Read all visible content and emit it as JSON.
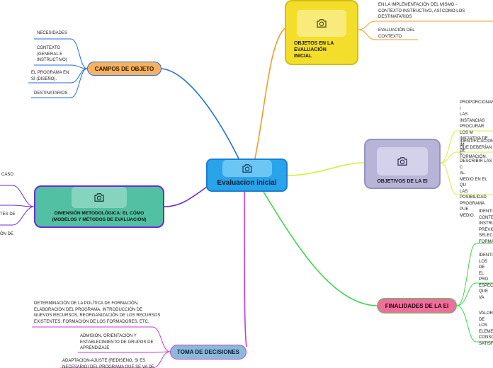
{
  "central": {
    "label": "Evaluacion inicial",
    "icon": "camera-icon"
  },
  "nodes": {
    "objetos": {
      "label": "OBJETOS EN LA\nEVALUACIÓN\nINICIAL",
      "icon": "camera-icon"
    },
    "objetivos": {
      "label": "OBJETIVOS DE LA EI",
      "icon": "camera-icon"
    },
    "dimension": {
      "label": "DIMENSIÓN METODOLÓGICA: EL CÓMO\n(MODELOS Y MÉTODOS DE EVALUACIÓN)",
      "icon": "camera-icon"
    }
  },
  "pills": {
    "campos": "CAMPOS DE OBJETO",
    "finalidades": "FINALIDADES DE LA EI",
    "toma": "TOMA DE DECISIONES"
  },
  "leaves": {
    "campos": [
      "NECESIDADES",
      "CONTEXTO\n(GENERAL E\nINSTRUCTIVO)",
      "EL PROGRAMA EN\nSÍ (DISEÑO).",
      "DESTINATARIOS"
    ],
    "objetos": [
      "EN LA IMPLEMENTACIÓN DEL MISMO -\nCONTEXTO INSTRUCTIVO, ASÍ COMO LOS\nDESTINATARIOS",
      "EVALUACIÓN DEL\nCONTEXTO"
    ],
    "objetivos": [
      "PROPORCIONAR I\nLAS INSTANCIAS\nPROCURAR LOS M\nINICIATIVA DE IM\nDE FORMACIÓN.",
      "IDENTIFICACIÓN\nQUE DEBERÍAN C",
      "DESCRIBIR LAS C\nAL\nMEDIO EN EL QU\nLAS POSIBILIDAD\nPROGRAMA PUE\nMEDIO."
    ],
    "finalidades": [
      "IDENTI\nCONTE\nINSTRU\nPREVIO\nSELECC\nFORMA",
      "IDENTI\nLOS DE\nEL PRO\nESPECI\nQUE VA",
      "VALORA\nDE LOS\nELEMEN\nCONSO\nSATISFA"
    ],
    "dimension": [
      "CASO",
      "TES DE",
      "ÓN DE"
    ],
    "toma": [
      "DETERMINACIÓN DE LA POLÍTICA DE FORMACIÓN,\nELABORACIÓN DEL PROGRAMA, INTRODUCCIÓN DE\nNUEVOS RECURSOS, REORGANIZACIÓN DE LOS RECURSOS\nEXISTENTES, FORMACIÓN DE LOS FORMADORES, ETC.",
      "ADMISIÓN, ORIENTACIÓN Y\nESTABLECIMIENTO DE GRUPOS DE\nAPRENDIZAJE",
      "ADAPTACIÓN-AJUSTE (REDISEÑO, SI ES\nNECESARIO) DEL PROGRAMA QUE SE VA DE"
    ]
  },
  "colors": {
    "central": "#29a3ea",
    "central_border": "#1b7fd0",
    "objetos": "#f4de2c",
    "objetivos": "#b8b4d8",
    "dimension": "#52c0a2",
    "campos": "#f6b25e",
    "finalidades": "#ef6e9c",
    "toma": "#8bbad8",
    "line_blue": "#1e6fe0",
    "line_orange": "#f39b25",
    "line_yellow": "#d8ee3c",
    "line_green": "#3dd64e",
    "line_purple": "#6a2cd8",
    "line_magenta": "#c63ae0"
  }
}
